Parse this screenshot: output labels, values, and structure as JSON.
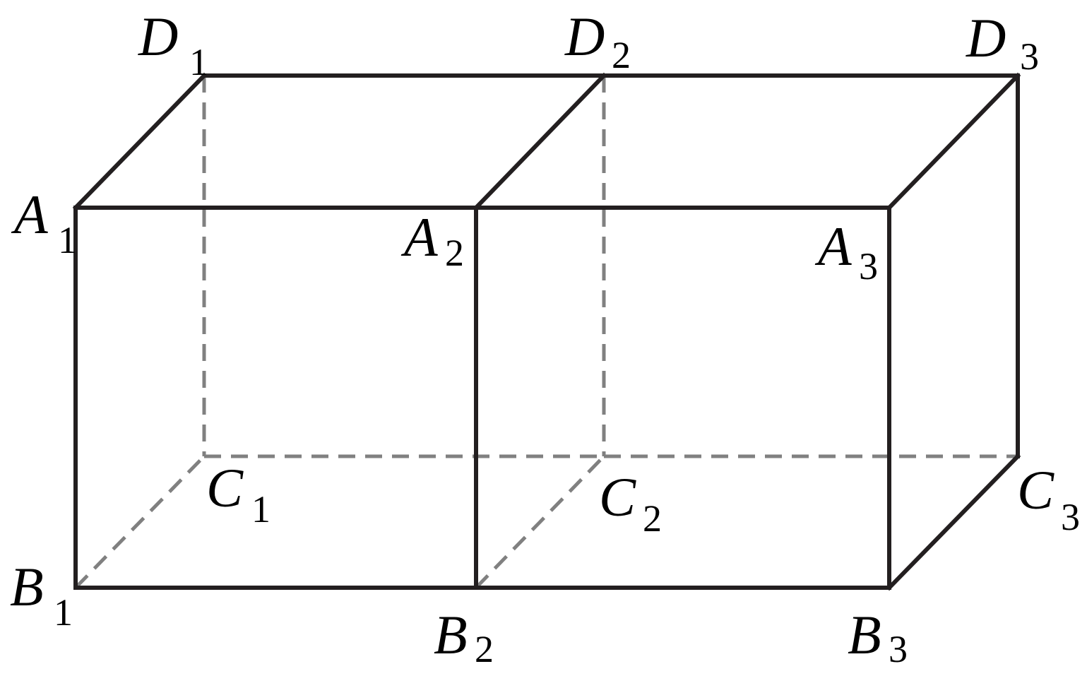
{
  "diagram": {
    "vertices": [
      {
        "id": "A1",
        "letter": "A",
        "sub": "1"
      },
      {
        "id": "A2",
        "letter": "A",
        "sub": "2"
      },
      {
        "id": "A3",
        "letter": "A",
        "sub": "3"
      },
      {
        "id": "B1",
        "letter": "B",
        "sub": "1"
      },
      {
        "id": "B2",
        "letter": "B",
        "sub": "2"
      },
      {
        "id": "B3",
        "letter": "B",
        "sub": "3"
      },
      {
        "id": "C1",
        "letter": "C",
        "sub": "1"
      },
      {
        "id": "C2",
        "letter": "C",
        "sub": "2"
      },
      {
        "id": "C3",
        "letter": "C",
        "sub": "3"
      },
      {
        "id": "D1",
        "letter": "D",
        "sub": "1"
      },
      {
        "id": "D2",
        "letter": "D",
        "sub": "2"
      },
      {
        "id": "D3",
        "letter": "D",
        "sub": "3"
      }
    ],
    "visible_edges": [
      [
        "A1",
        "A2"
      ],
      [
        "A2",
        "A3"
      ],
      [
        "B1",
        "B2"
      ],
      [
        "B2",
        "B3"
      ],
      [
        "A1",
        "B1"
      ],
      [
        "A2",
        "B2"
      ],
      [
        "A3",
        "B3"
      ],
      [
        "D1",
        "D2"
      ],
      [
        "D2",
        "D3"
      ],
      [
        "A1",
        "D1"
      ],
      [
        "A2",
        "D2"
      ],
      [
        "A3",
        "D3"
      ],
      [
        "D3",
        "C3"
      ],
      [
        "B3",
        "C3"
      ]
    ],
    "hidden_edges": [
      [
        "D1",
        "C1"
      ],
      [
        "D2",
        "C2"
      ],
      [
        "C1",
        "C2"
      ],
      [
        "C2",
        "C3"
      ],
      [
        "B1",
        "C1"
      ],
      [
        "B2",
        "C2"
      ]
    ],
    "colors": {
      "visible_edge": "#231f20",
      "hidden_edge": "#808080",
      "label": "#000000"
    }
  }
}
